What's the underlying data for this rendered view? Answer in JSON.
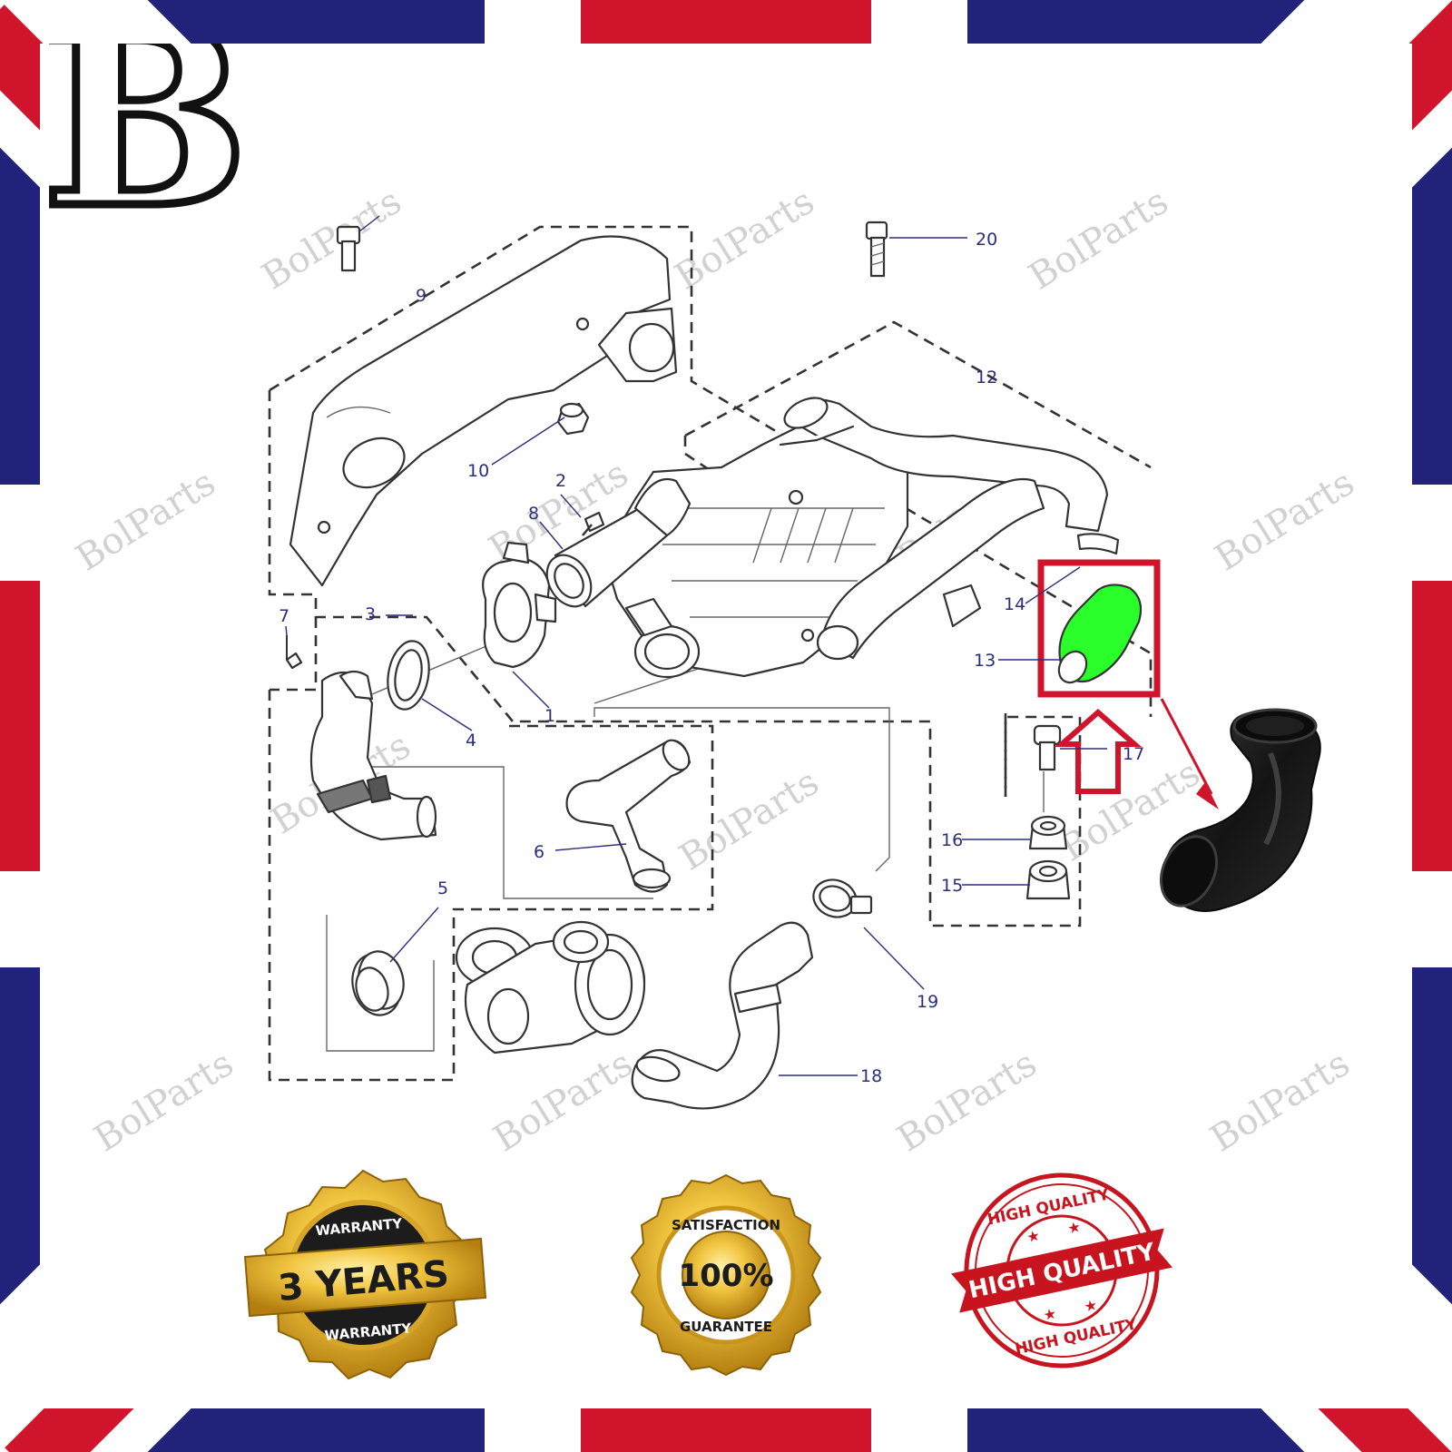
{
  "brand": {
    "logo_letter": "B",
    "watermark": "BolParts"
  },
  "colors": {
    "flag_blue": "#21237a",
    "flag_red": "#cf142b",
    "highlight_green": "#2bff2b",
    "highlight_box": "#d0142b",
    "callout_text": "#2b2f7a",
    "gold": "#e8b322"
  },
  "callouts": [
    "1",
    "2",
    "3",
    "4",
    "5",
    "6",
    "7",
    "8",
    "9",
    "10",
    "12",
    "13",
    "14",
    "15",
    "16",
    "17",
    "18",
    "19",
    "20"
  ],
  "highlighted_parts": [
    "13",
    "14"
  ],
  "badges": {
    "warranty": {
      "top": "WARRANTY",
      "main": "3 YEARS",
      "bottom": "WARRANTY"
    },
    "satisfaction": {
      "top": "SATISFACTION",
      "main": "100%",
      "bottom": "GUARANTEE"
    },
    "quality": {
      "top": "HIGH QUALITY",
      "main": "HIGH QUALITY",
      "bottom": "HIGH QUALITY"
    }
  }
}
